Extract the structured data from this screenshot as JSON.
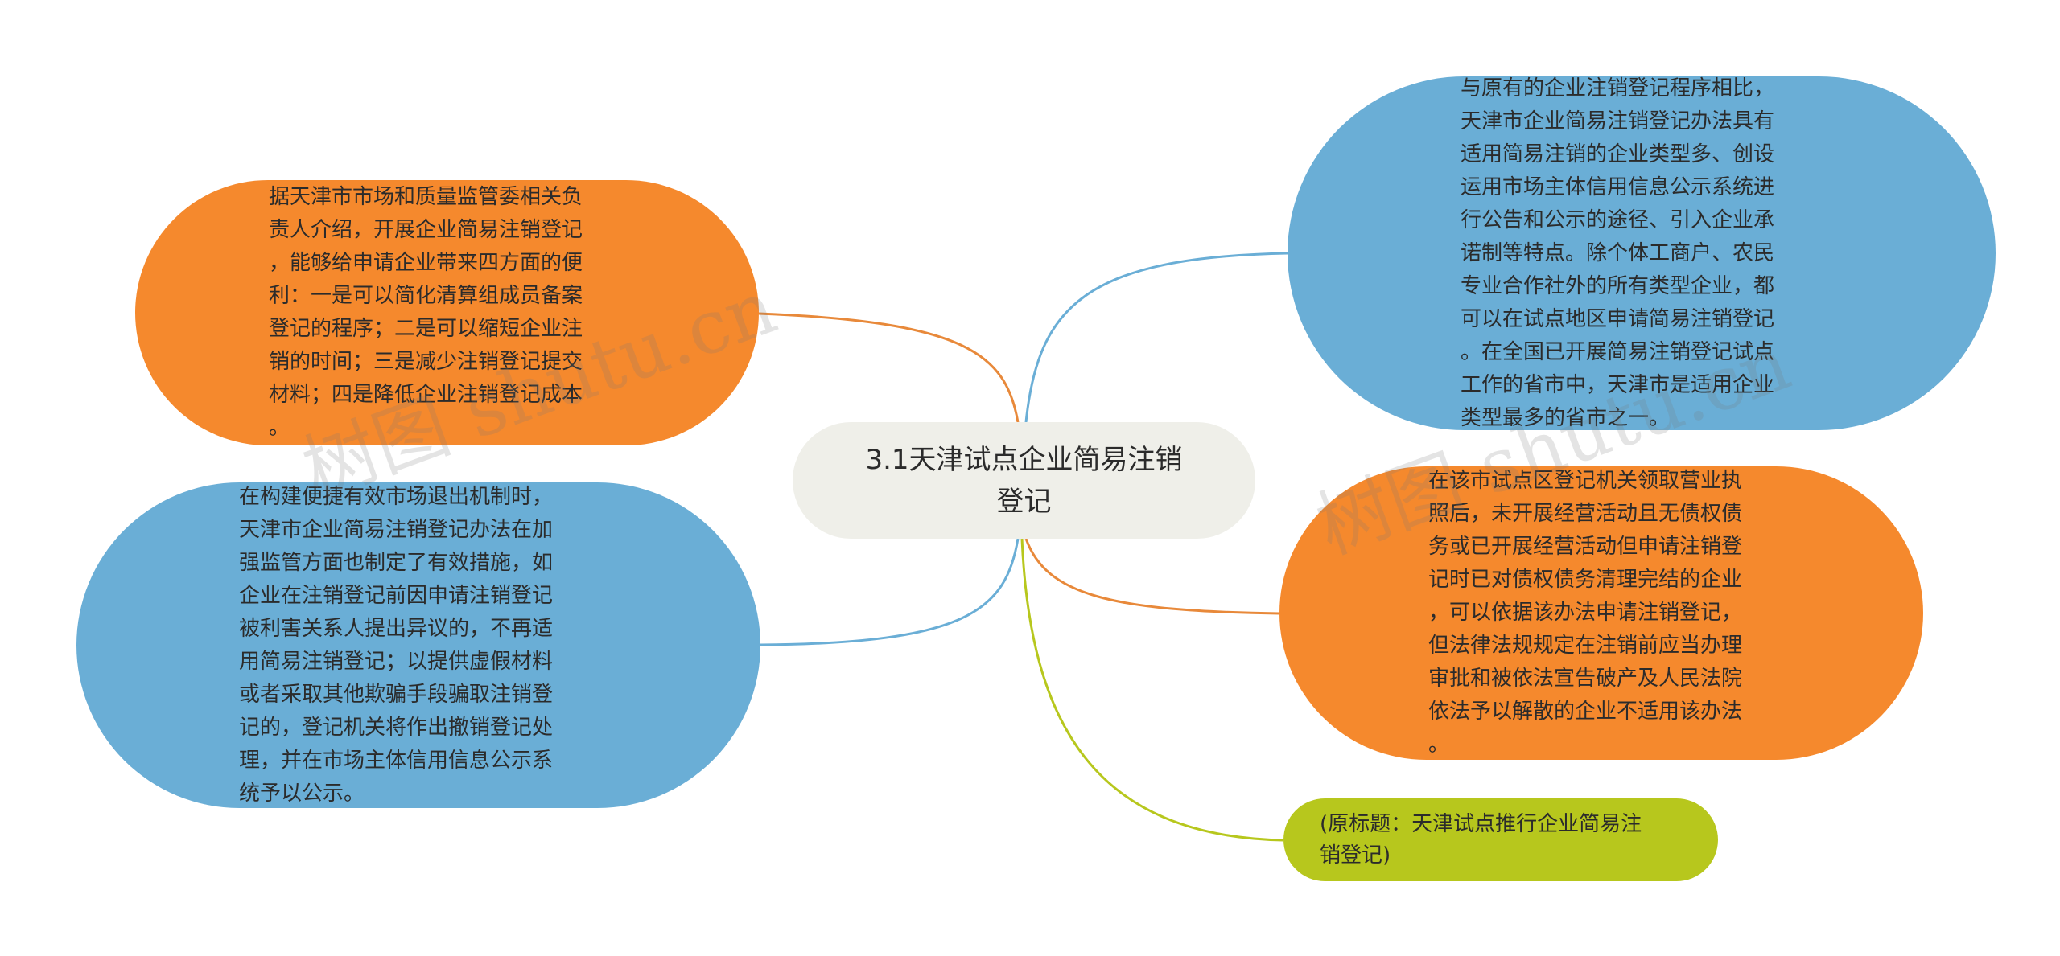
{
  "root": {
    "text": "3.1天津试点企业简易注销\n登记"
  },
  "nodes": {
    "left_top": {
      "text": "据天津市市场和质量监管委相关负\n责人介绍，开展企业简易注销登记\n，能够给申请企业带来四方面的便\n利：一是可以简化清算组成员备案\n登记的程序；二是可以缩短企业注\n销的时间；三是减少注销登记提交\n材料；四是降低企业注销登记成本\n。",
      "color": "#f5892d"
    },
    "left_bottom": {
      "text": "在构建便捷有效市场退出机制时，\n天津市企业简易注销登记办法在加\n强监管方面也制定了有效措施，如\n企业在注销登记前因申请注销登记\n被利害关系人提出异议的，不再适\n用简易注销登记；以提供虚假材料\n或者采取其他欺骗手段骗取注销登\n记的，登记机关将作出撤销登记处\n理，并在市场主体信用信息公示系\n统予以公示。",
      "color": "#6aaed6"
    },
    "right_top": {
      "text": "与原有的企业注销登记程序相比，\n天津市企业简易注销登记办法具有\n适用简易注销的企业类型多、创设\n运用市场主体信用信息公示系统进\n行公告和公示的途径、引入企业承\n诺制等特点。除个体工商户、农民\n专业合作社外的所有类型企业，都\n可以在试点地区申请简易注销登记\n。在全国已开展简易注销登记试点\n工作的省市中，天津市是适用企业\n类型最多的省市之一。",
      "color": "#6aaed6"
    },
    "right_middle": {
      "text": "在该市试点区登记机关领取营业执\n照后，未开展经营活动且无债权债\n务或已开展经营活动但申请注销登\n记时已对债权债务清理完结的企业\n，可以依据该办法申请注销登记，\n但法律法规规定在注销前应当办理\n审批和被依法宣告破产及人民法院\n依法予以解散的企业不适用该办法\n。",
      "color": "#f5892d"
    },
    "right_bottom": {
      "text": "(原标题：天津试点推行企业简易注\n销登记)",
      "color": "#b7c71d"
    }
  },
  "links": {
    "left_top": "#e8893a",
    "left_bottom": "#6aaed6",
    "right_top": "#6aaed6",
    "right_middle": "#e8893a",
    "right_bottom": "#b7c71d"
  },
  "watermark": "树图 shutu.cn"
}
